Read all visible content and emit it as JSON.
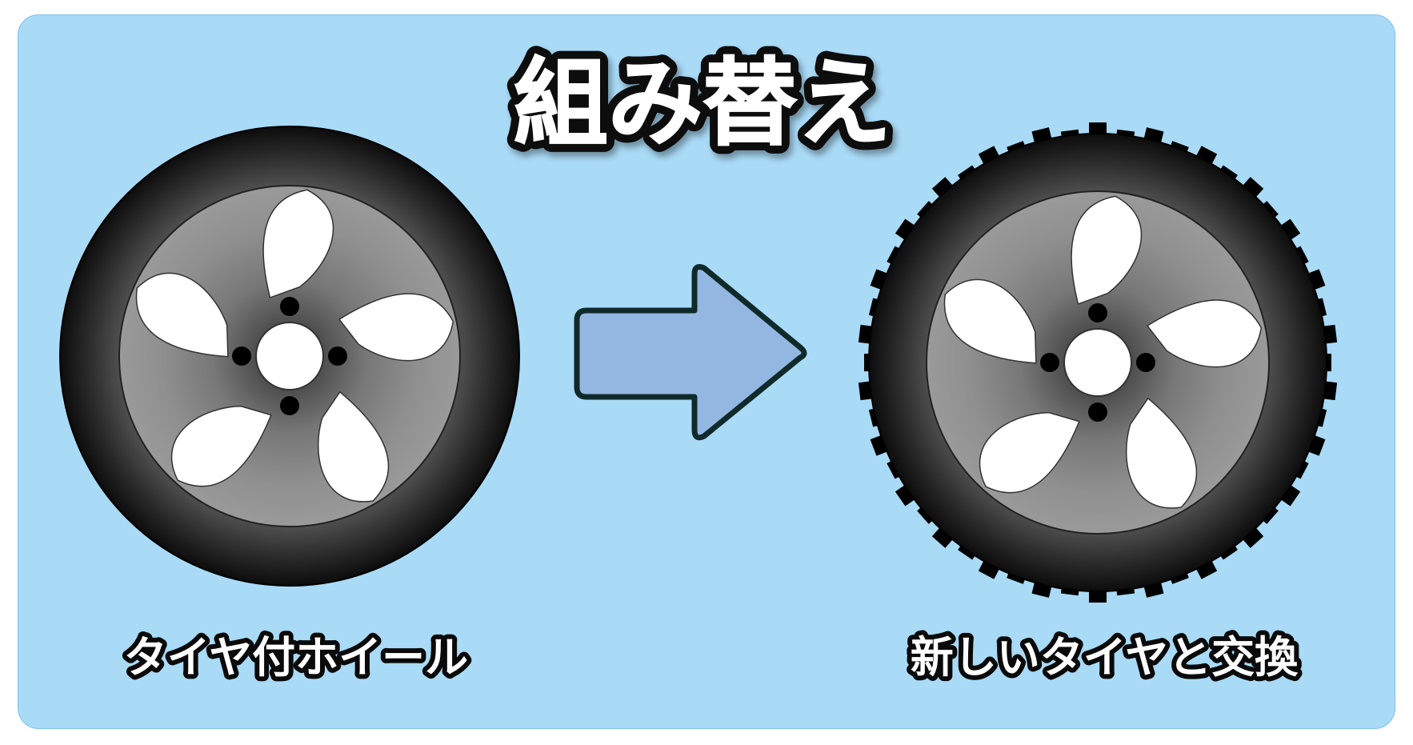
{
  "title": "組み替え",
  "left_label": "タイヤ付ホイール",
  "right_label": "新しいタイヤと交換",
  "colors": {
    "background": "#a9daf6",
    "panel_border": "#7fc4ea",
    "arrow_fill": "#94b7e2",
    "arrow_stroke": "#102a2a",
    "text_fill": "#ffffff",
    "text_stroke": "#0a0a0a",
    "tire_dark": "#101010",
    "rim_gray": "#8e8e8e",
    "window_white": "#ffffff"
  }
}
